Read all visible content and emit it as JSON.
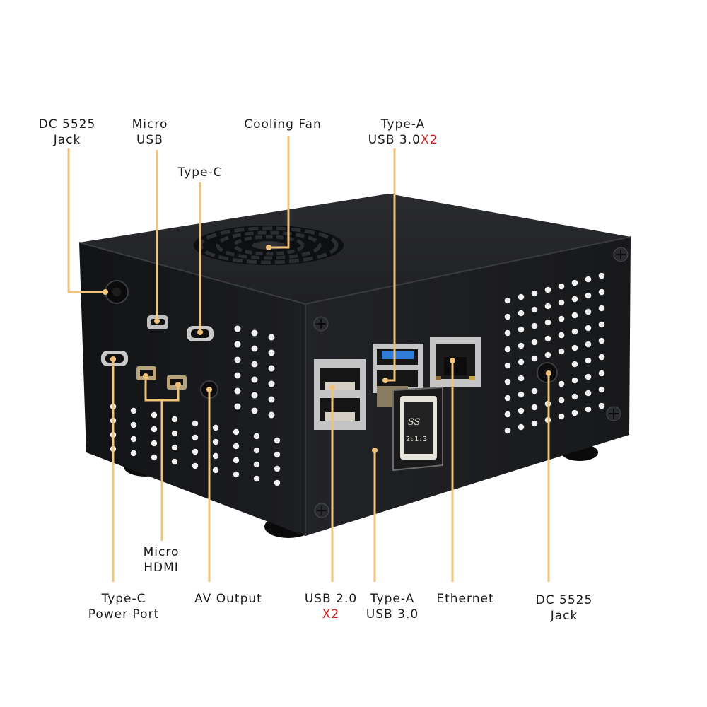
{
  "colors": {
    "leader_line": "#f1c27a",
    "case_body": "#1b1c1e",
    "case_dark": "#0d0e10",
    "highlight_text": "#d01818"
  },
  "labels": {
    "dc_jack_top": {
      "line1": "DC 5525",
      "line2": "Jack"
    },
    "micro_usb": {
      "line1": "Micro",
      "line2": "USB"
    },
    "cooling_fan": "Cooling Fan",
    "type_c": "Type-C",
    "usb3_top": {
      "line1": "Type-A",
      "line2": "USB 3.0",
      "suffix": "X2"
    },
    "micro_hdmi": {
      "line1": "Micro",
      "line2": "HDMI"
    },
    "type_c_power": {
      "line1": "Type-C",
      "line2": "Power Port"
    },
    "av_output": "AV Output",
    "usb2": {
      "line1": "USB 2.0",
      "suffix": "X2"
    },
    "usb3_bottom": {
      "line1": "Type-A",
      "line2": "USB 3.0"
    },
    "ethernet": "Ethernet",
    "dc_jack_right": {
      "line1": "DC 5525",
      "line2": "Jack"
    }
  },
  "icons": {
    "ss_usb_logo": "SS",
    "adapter_marking": "2:1:3"
  }
}
